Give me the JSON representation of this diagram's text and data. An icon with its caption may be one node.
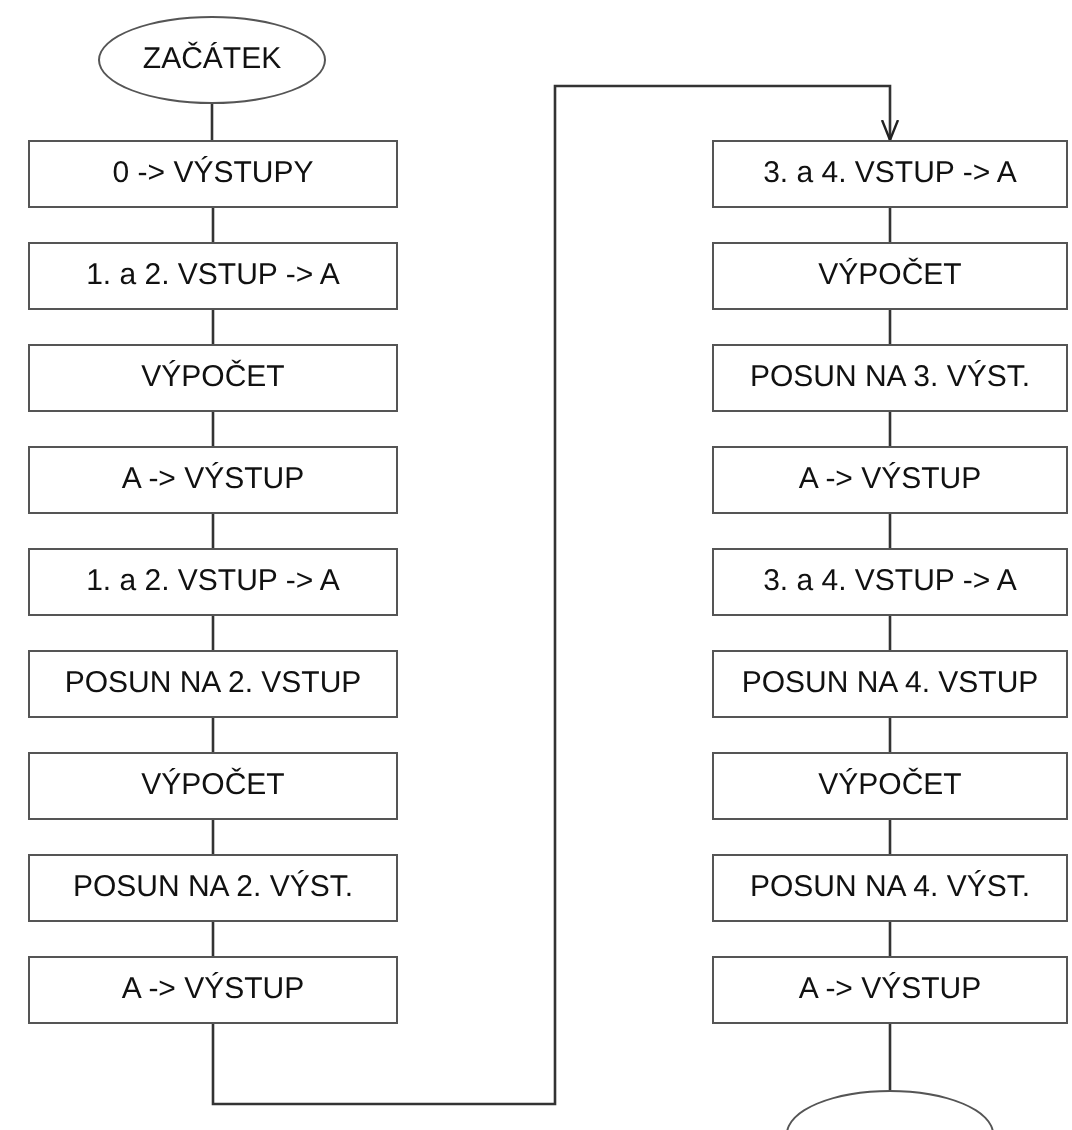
{
  "diagram": {
    "nodes": [
      {
        "text": [
          "ZAČÁTEK"
        ]
      },
      {
        "text": [
          "0 -> VÝSTUPY"
        ]
      },
      {
        "text": [
          "1. a 2. VSTUP -> A"
        ]
      },
      {
        "text": [
          "VÝPOČET"
        ]
      },
      {
        "text": [
          "A -> VÝSTUP"
        ]
      },
      {
        "text": [
          "1. a 2. VSTUP -> A"
        ]
      },
      {
        "text": [
          "POSUN NA 2. VSTUP"
        ]
      },
      {
        "text": [
          "VÝPOČET"
        ]
      },
      {
        "text": [
          "POSUN NA 2. VÝST."
        ]
      },
      {
        "text": [
          "A -> VÝSTUP"
        ]
      },
      {
        "text": [
          "3. a 4. VSTUP -> A"
        ]
      },
      {
        "text": [
          "VÝPOČET"
        ]
      },
      {
        "text": [
          "POSUN NA 3. VÝST."
        ]
      },
      {
        "text": [
          "A -> VÝSTUP"
        ]
      },
      {
        "text": [
          "3. a 4. VSTUP -> A"
        ]
      },
      {
        "text": [
          "POSUN NA 4. VSTUP"
        ]
      },
      {
        "text": [
          "VÝPOČET"
        ]
      },
      {
        "text": [
          "POSUN NA 4. VÝST."
        ]
      },
      {
        "text": [
          "A -> VÝSTUP"
        ]
      },
      {
        "text": [],
        "shape": "ellipse"
      }
    ],
    "edges": [
      {
        "from": 0,
        "to": 1,
        "arrow": "none"
      },
      {
        "from": 1,
        "to": 2,
        "arrow": "none"
      },
      {
        "from": 2,
        "to": 3,
        "arrow": "none"
      },
      {
        "from": 3,
        "to": 4,
        "arrow": "none"
      },
      {
        "from": 4,
        "to": 5,
        "arrow": "none"
      },
      {
        "from": 5,
        "to": 6,
        "arrow": "none"
      },
      {
        "from": 6,
        "to": 7,
        "arrow": "none"
      },
      {
        "from": 7,
        "to": 8,
        "arrow": "none"
      },
      {
        "from": 8,
        "to": 9,
        "arrow": "none"
      },
      {
        "from": 9,
        "to": 10,
        "arrow": "to"
      },
      {
        "from": 10,
        "to": 11,
        "arrow": "none"
      },
      {
        "from": 11,
        "to": 12,
        "arrow": "none"
      },
      {
        "from": 12,
        "to": 13,
        "arrow": "none"
      },
      {
        "from": 13,
        "to": 14,
        "arrow": "none"
      },
      {
        "from": 14,
        "to": 15,
        "arrow": "none"
      },
      {
        "from": 15,
        "to": 16,
        "arrow": "none"
      },
      {
        "from": 16,
        "to": 17,
        "arrow": "none"
      },
      {
        "from": 17,
        "to": 18,
        "arrow": "none"
      },
      {
        "from": 18,
        "to": 19,
        "arrow": "none"
      }
    ]
  }
}
